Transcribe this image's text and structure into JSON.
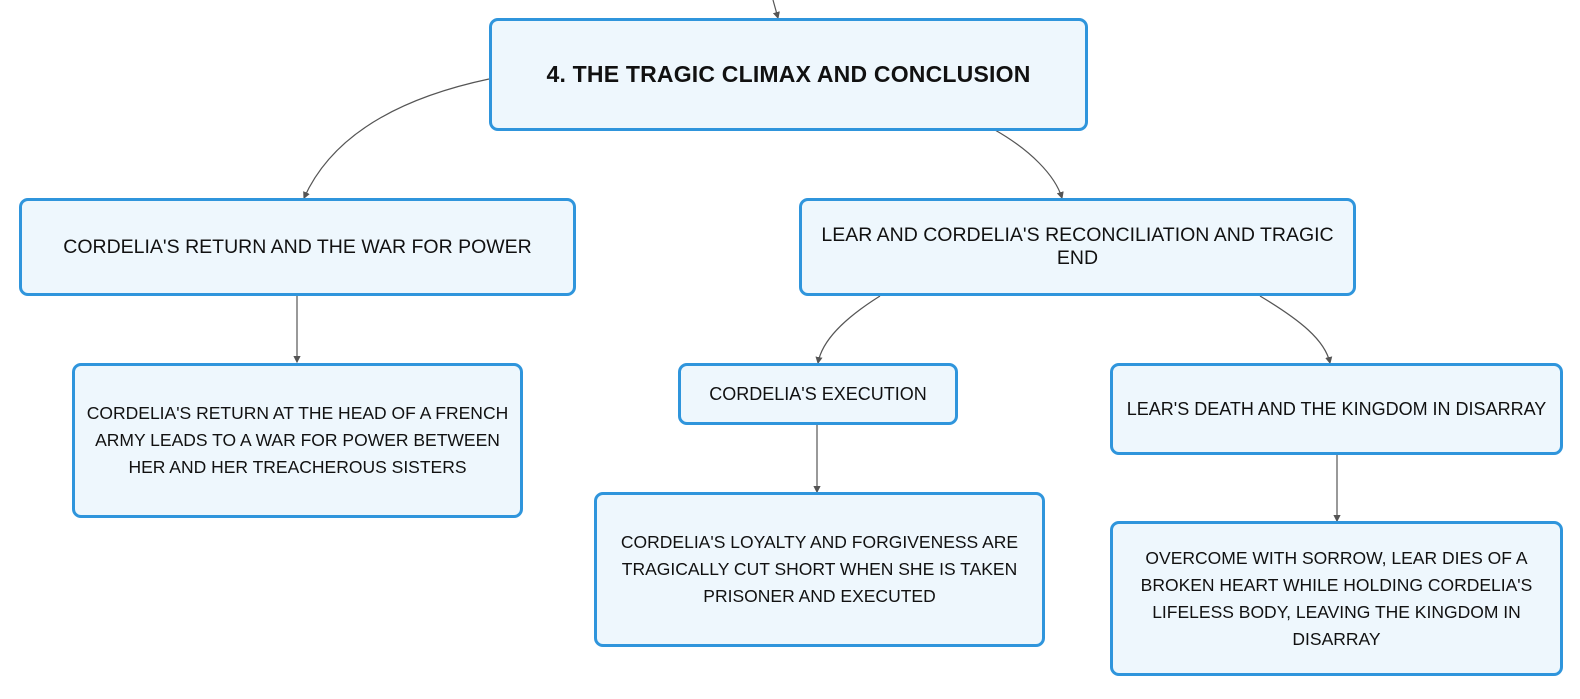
{
  "root": {
    "label": "4. THE TRAGIC CLIMAX AND CONCLUSION"
  },
  "branches": [
    {
      "label": "CORDELIA'S RETURN AND THE WAR FOR POWER",
      "children": [
        {
          "label": "CORDELIA'S RETURN AT THE HEAD OF A FRENCH ARMY LEADS TO A WAR FOR POWER BETWEEN HER AND HER TREACHEROUS SISTERS"
        }
      ]
    },
    {
      "label": "LEAR AND CORDELIA'S RECONCILIATION AND TRAGIC END",
      "children": [
        {
          "label": "CORDELIA'S EXECUTION",
          "detail": "CORDELIA'S LOYALTY AND FORGIVENESS ARE TRAGICALLY CUT SHORT WHEN SHE IS TAKEN PRISONER AND EXECUTED"
        },
        {
          "label": "LEAR'S DEATH AND THE KINGDOM IN DISARRAY",
          "detail": "OVERCOME WITH SORROW, LEAR DIES OF A BROKEN HEART WHILE HOLDING CORDELIA'S LIFELESS BODY, LEAVING THE KINGDOM IN DISARRAY"
        }
      ]
    }
  ],
  "colors": {
    "node_border": "#2f95dc",
    "node_fill": "#eef7fd",
    "connector": "#555555",
    "text": "#111111"
  }
}
